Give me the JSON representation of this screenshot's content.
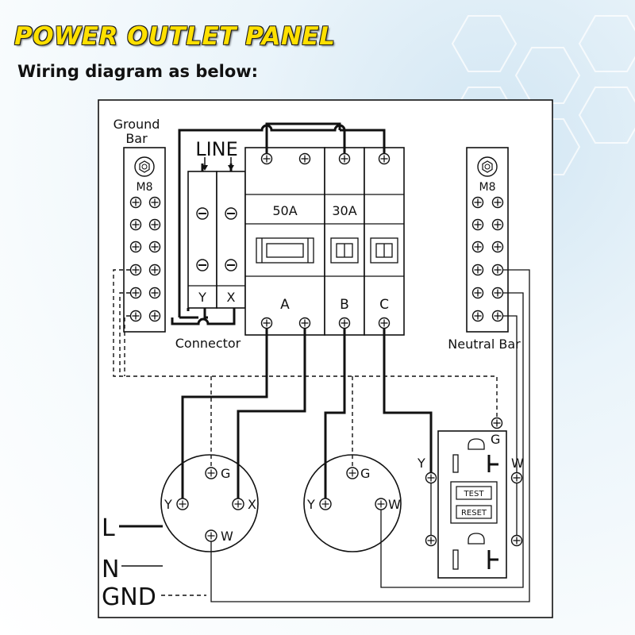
{
  "header": {
    "title": "POWER OUTLET PANEL",
    "subtitle": "Wiring diagram as below:"
  },
  "ground_bar": {
    "label_line1": "Ground",
    "label_line2": "Bar",
    "bolt": "M8"
  },
  "neutral_bar": {
    "label": "Neutral Bar",
    "bolt": "M8"
  },
  "line_connector": {
    "label": "LINE",
    "caption": "Connector",
    "terminals": [
      "Y",
      "X"
    ]
  },
  "breakers": [
    {
      "rating": "50A",
      "letter": "A"
    },
    {
      "rating": "30A",
      "letter": "B"
    },
    {
      "rating": "",
      "letter": "C"
    }
  ],
  "outlet_50a": {
    "g": "G",
    "y": "Y",
    "x": "X",
    "w": "W"
  },
  "outlet_30a": {
    "g": "G",
    "y": "Y",
    "w": "W"
  },
  "gfci": {
    "g": "G",
    "y": "Y",
    "w": "W",
    "test": "TEST",
    "reset": "RESET"
  },
  "legend": {
    "l": "L",
    "n": "N",
    "gnd": "GND"
  },
  "colors": {
    "title": "#ffe000",
    "line": "#111111"
  },
  "icons": [
    "hex-bolt-icon",
    "screw-terminal-icon",
    "arrow-down-icon",
    "breaker-switch-icon",
    "outlet-icon",
    "gfci-outlet-icon"
  ]
}
